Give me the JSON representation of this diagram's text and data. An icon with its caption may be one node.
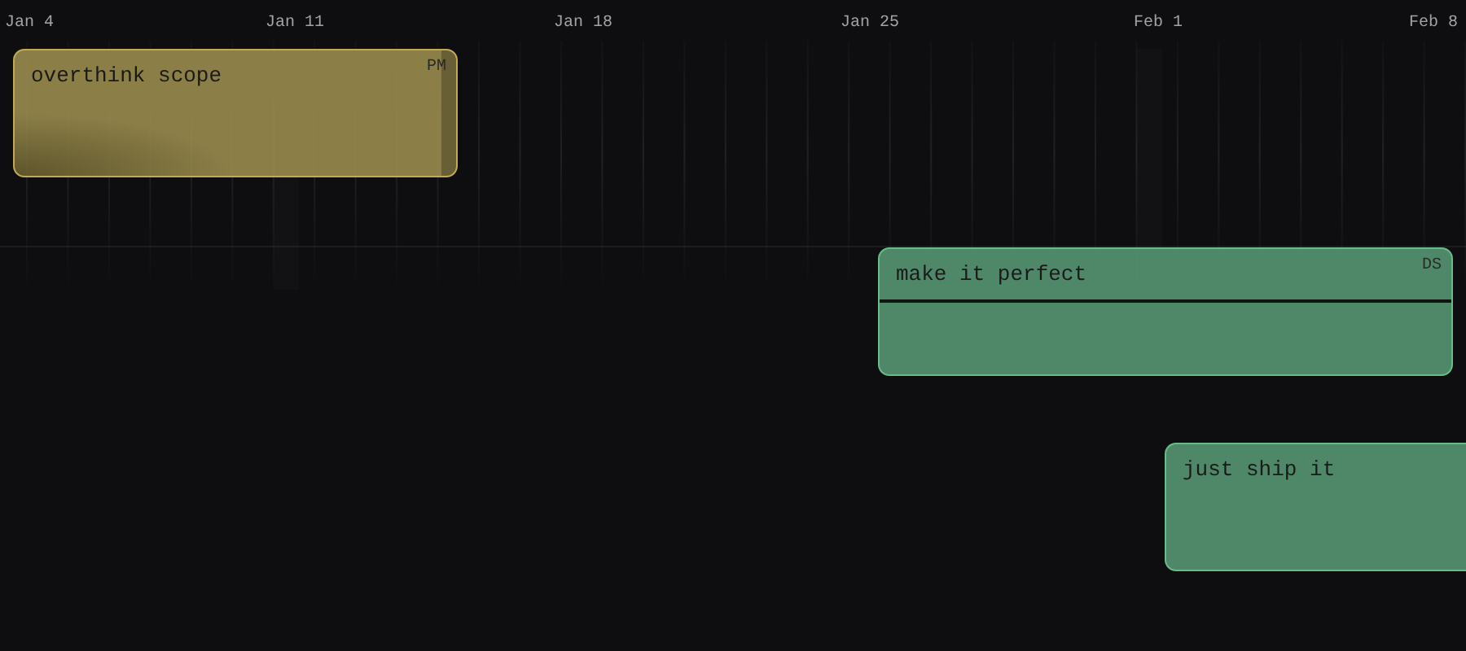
{
  "diagram": {
    "nodes": [
      {
        "text": [
          "overthink scope",
          "PM"
        ]
      },
      {
        "text": [
          "make it perfect",
          "DS"
        ]
      },
      {
        "text": [
          "just ship it"
        ]
      }
    ],
    "labels": [
      "Jan 4",
      "Jan 11",
      "Jan 18",
      "Jan 25",
      "Feb 1",
      "Feb 8"
    ]
  }
}
